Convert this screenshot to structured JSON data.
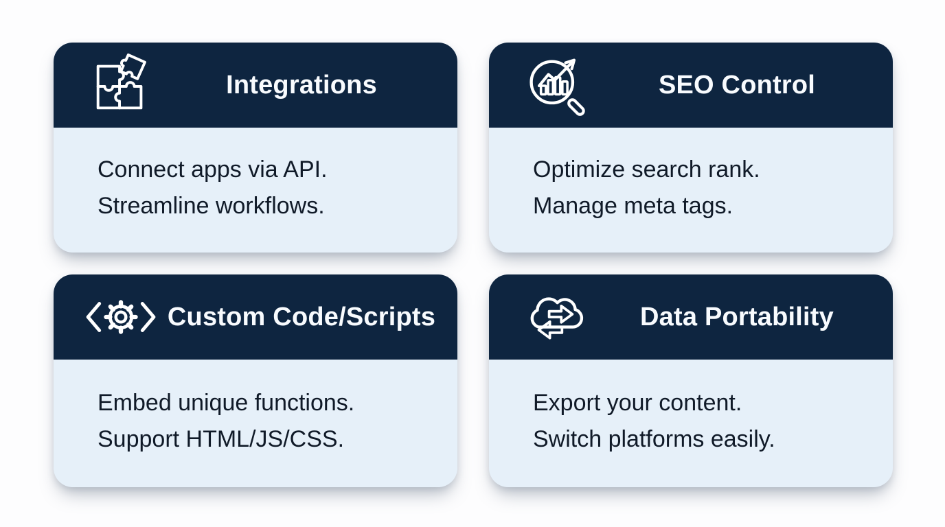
{
  "page": {
    "background_color": "#fdfdfe"
  },
  "theme": {
    "header_bg": "#0e2540",
    "body_bg": "#e6f0f9",
    "title_color": "#f8fbfe",
    "body_text_color": "#101a28"
  },
  "cards": [
    {
      "icon": "puzzle-icon",
      "title": "Integrations",
      "lines": [
        "Connect apps via API.",
        "Streamline workflows."
      ]
    },
    {
      "icon": "seo-magnifier-chart-icon",
      "title": "SEO Control",
      "lines": [
        "Optimize search rank.",
        "Manage meta tags."
      ]
    },
    {
      "icon": "code-brackets-gear-icon",
      "title": "Custom Code/Scripts",
      "lines": [
        "Embed unique functions.",
        "Support HTML/JS/CSS."
      ]
    },
    {
      "icon": "cloud-transfer-icon",
      "title": "Data Portability",
      "lines": [
        "Export your content.",
        "Switch platforms easily."
      ]
    }
  ]
}
